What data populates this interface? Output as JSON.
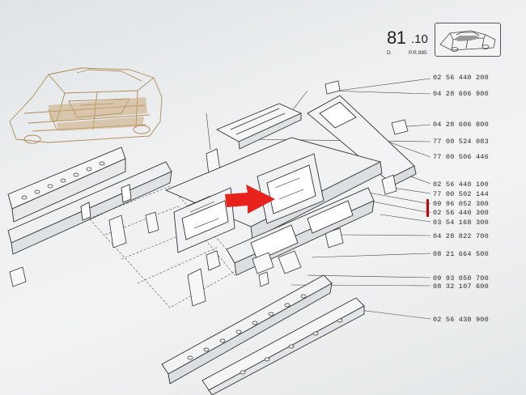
{
  "header": {
    "page_number": "81",
    "page_sub": ".10",
    "ref_prefix": "D",
    "ref_code": "P.R.995"
  },
  "part_numbers": [
    {
      "id": "pn-1",
      "label": "02 56 440 200"
    },
    {
      "id": "pn-2",
      "label": "04 28 606 900"
    },
    {
      "id": "pn-3",
      "label": "04 28 606 800"
    },
    {
      "id": "pn-4",
      "label": "77 00 524 083"
    },
    {
      "id": "pn-5",
      "label": "77 00 506 446"
    },
    {
      "id": "pn-6",
      "label": "02 56 440 100"
    },
    {
      "id": "pn-7",
      "label": "77 00 502 144"
    },
    {
      "id": "pn-8",
      "label": "09 96 052 300"
    },
    {
      "id": "pn-9",
      "label": "02 56 440 300"
    },
    {
      "id": "pn-10",
      "label": "03 54 168 300"
    },
    {
      "id": "pn-11",
      "label": "04 28 822 700"
    },
    {
      "id": "pn-12",
      "label": "08 21 664 500"
    },
    {
      "id": "pn-13",
      "label": "09 93 050 700"
    },
    {
      "id": "pn-14",
      "label": "08 32 107 600"
    },
    {
      "id": "pn-15",
      "label": "02 56 438 900"
    }
  ],
  "colors": {
    "highlight_arrow": "#e8221b",
    "highlight_marker": "#d00000",
    "line_art": "#3a3a3a",
    "sepia_art": "#b08a55"
  },
  "icons": {
    "highlight_arrow": "red-arrow-icon",
    "car_thumbnail": "car-thumbnail-icon"
  }
}
